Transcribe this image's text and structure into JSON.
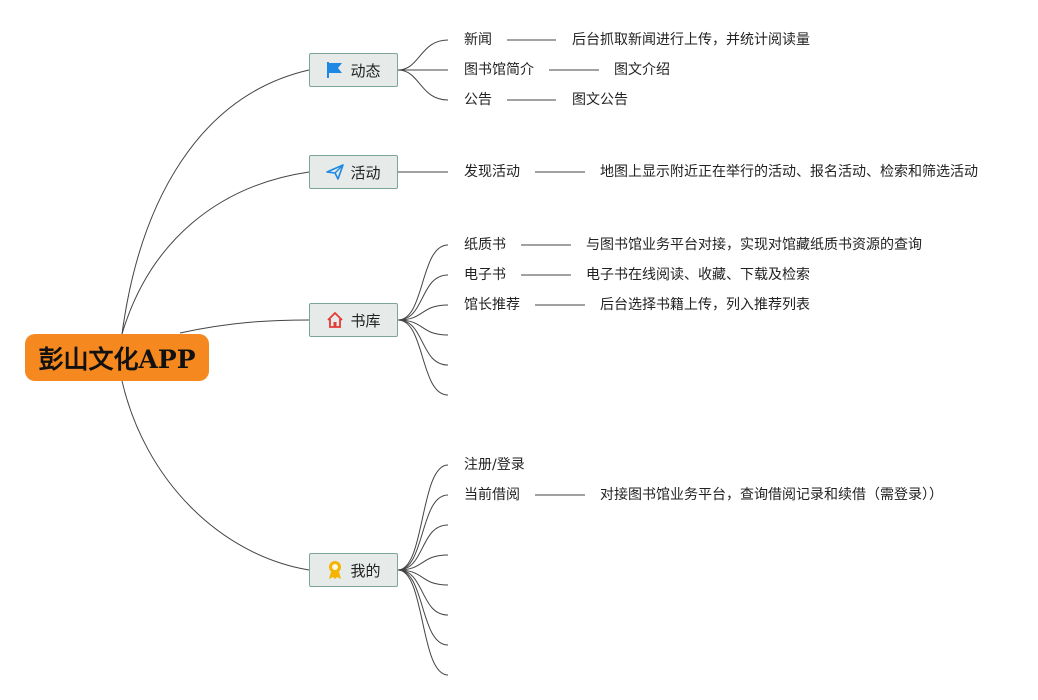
{
  "root": {
    "label": "彭山文化APP"
  },
  "branches": [
    {
      "label": "动态",
      "icon": "flag-icon",
      "color": "#1e88e5",
      "children": [
        {
          "label": "新闻",
          "note": "后台抓取新闻进行上传，并统计阅读量"
        },
        {
          "label": "图书馆简介",
          "note": "图文介绍"
        },
        {
          "label": "公告",
          "note": "图文公告"
        }
      ]
    },
    {
      "label": "活动",
      "icon": "paper-plane-icon",
      "color": "#1e88e5",
      "children": [
        {
          "label": "发现活动",
          "note": "地图上显示附近正在举行的活动、报名活动、检索和筛选活动"
        }
      ]
    },
    {
      "label": "书库",
      "icon": "home-icon",
      "color": "#e53935",
      "children": [
        {
          "label": "纸质书",
          "note": "与图书馆业务平台对接，实现对馆藏纸质书资源的查询"
        },
        {
          "label": "电子书",
          "note": "电子书在线阅读、收藏、下载及检索"
        },
        {
          "label": "馆长推荐",
          "note": "后台选择书籍上传，列入推荐列表"
        }
      ]
    },
    {
      "label": "我的",
      "icon": "award-icon",
      "color": "#f4b400",
      "children": [
        {
          "label": "注册/登录",
          "note": ""
        },
        {
          "label": "当前借阅",
          "note": "对接图书馆业务平台，查询借阅记录和续借（需登录））"
        }
      ]
    }
  ]
}
